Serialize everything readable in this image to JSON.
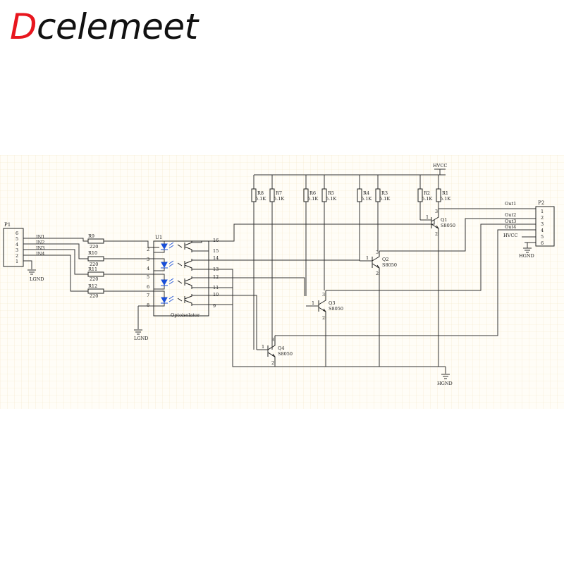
{
  "brand": {
    "first_letter": "D",
    "rest": "celemeet",
    "first_color": "#e8161e",
    "text_color": "#111111"
  },
  "colors": {
    "led": "#1a4fd8",
    "wire": "#333333",
    "grid": "#f3e8c8",
    "background": "#fffdf7"
  },
  "p1": {
    "ref": "P1",
    "pins": [
      "6",
      "5",
      "4",
      "3",
      "2",
      "1"
    ],
    "nets": [
      "IN1",
      "IN2",
      "IN3",
      "IN4"
    ],
    "gnd": "LGND"
  },
  "input_resistors": [
    {
      "ref": "R9",
      "value": "220"
    },
    {
      "ref": "R10",
      "value": "220"
    },
    {
      "ref": "R11",
      "value": "220"
    },
    {
      "ref": "R12",
      "value": "220"
    }
  ],
  "optoisolator": {
    "ref": "U1",
    "name": "Optoisolator",
    "left_pins": [
      "2",
      "3",
      "4",
      "5",
      "6",
      "7",
      "8"
    ],
    "right_pins": [
      "16",
      "15",
      "14",
      "13",
      "12",
      "11",
      "10",
      "9"
    ],
    "gnd": "LGND"
  },
  "pullups": [
    {
      "ref": "R8",
      "value": "5.1K"
    },
    {
      "ref": "R7",
      "value": "5.1K"
    },
    {
      "ref": "R6",
      "value": "5.1K"
    },
    {
      "ref": "R5",
      "value": "5.1K"
    },
    {
      "ref": "R4",
      "value": "5.1K"
    },
    {
      "ref": "R3",
      "value": "5.1K"
    },
    {
      "ref": "R2",
      "value": "5.1K"
    },
    {
      "ref": "R1",
      "value": "5.1K"
    }
  ],
  "transistors": [
    {
      "ref": "Q1",
      "part": "S8050"
    },
    {
      "ref": "Q2",
      "part": "S8050"
    },
    {
      "ref": "Q3",
      "part": "S8050"
    },
    {
      "ref": "Q4",
      "part": "S8050"
    }
  ],
  "transistor_pins": {
    "base": "1",
    "collector": "3",
    "emitter": "2"
  },
  "power": {
    "vcc": "HVCC",
    "gnd": "HGND"
  },
  "p2": {
    "ref": "P2",
    "pins": [
      "1",
      "2",
      "3",
      "4",
      "5",
      "6"
    ],
    "nets": [
      "Out1",
      "Out2",
      "Out3",
      "Out4",
      "HVCC"
    ],
    "gnd": "HGND"
  }
}
